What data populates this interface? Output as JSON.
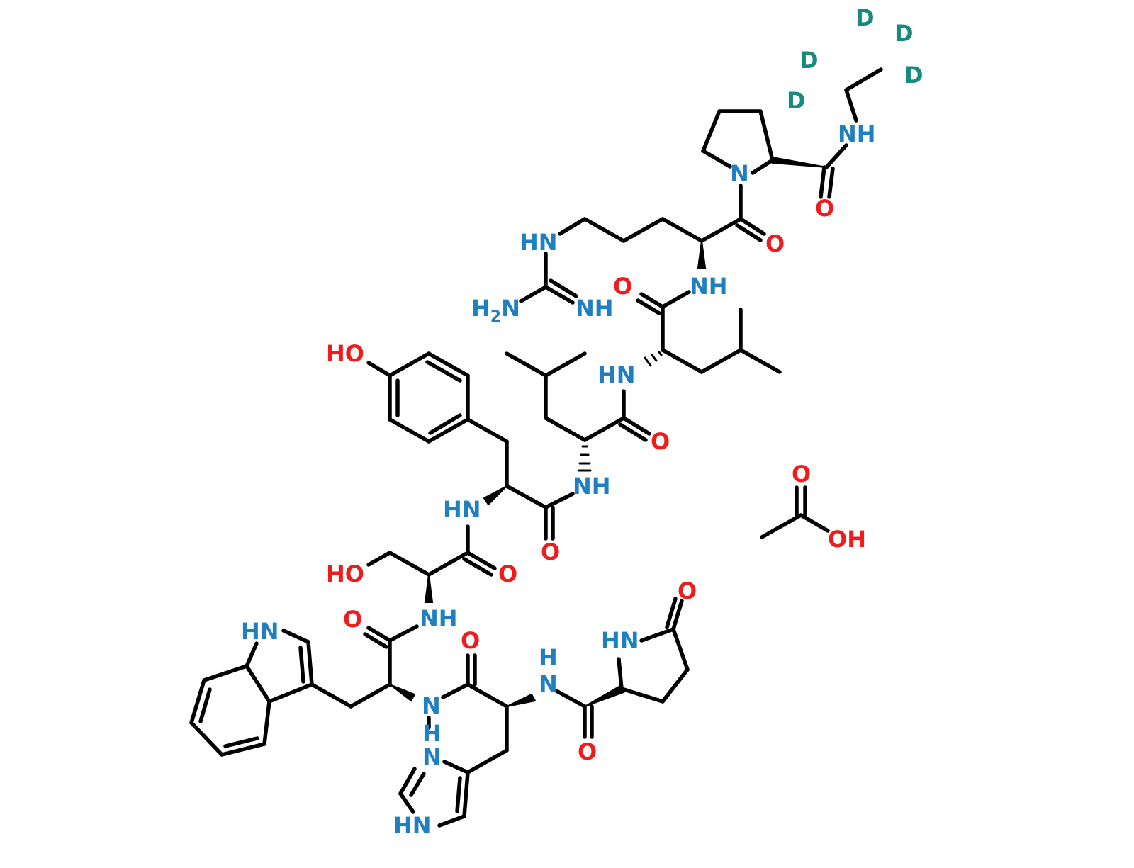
{
  "colors": {
    "bond": "#000000",
    "N": "#1f7fc0",
    "O": "#ee1c1c",
    "D": "#178b80",
    "background": "#ffffff"
  },
  "labels": {
    "d1": "D",
    "d2": "D",
    "d3": "D",
    "d4": "D",
    "d5": "D",
    "nh_ethyl": "NH",
    "n_pro": "N",
    "o_pro": "O",
    "o_arg": "O",
    "hn_guan": "HN",
    "nh_guan": "NH",
    "h2n_guan": "H",
    "h2n_sub": "2",
    "h2n_n": "N",
    "nh_arg": "NH",
    "o_leu1": "O",
    "hn_leu1": "HN",
    "o_leu2": "O",
    "nh_leu2": "NH",
    "ho_tyr": "HO",
    "hn_tyr": "HN",
    "o_tyr": "O",
    "ho_ser": "HO",
    "o_ser": "O",
    "nh_ser": "NH",
    "o_acetic": "O",
    "oh_acetic": "OH",
    "o_trp": "O",
    "hn_indole": "HN",
    "n_trp": "N",
    "o_his": "O",
    "h_his": "H",
    "n_his": "N",
    "hn_pglu": "HN",
    "o_pglu_ring": "O",
    "o_pglu": "O",
    "h_imid": "H",
    "n_imid": "N",
    "hn_imid": "HN"
  }
}
